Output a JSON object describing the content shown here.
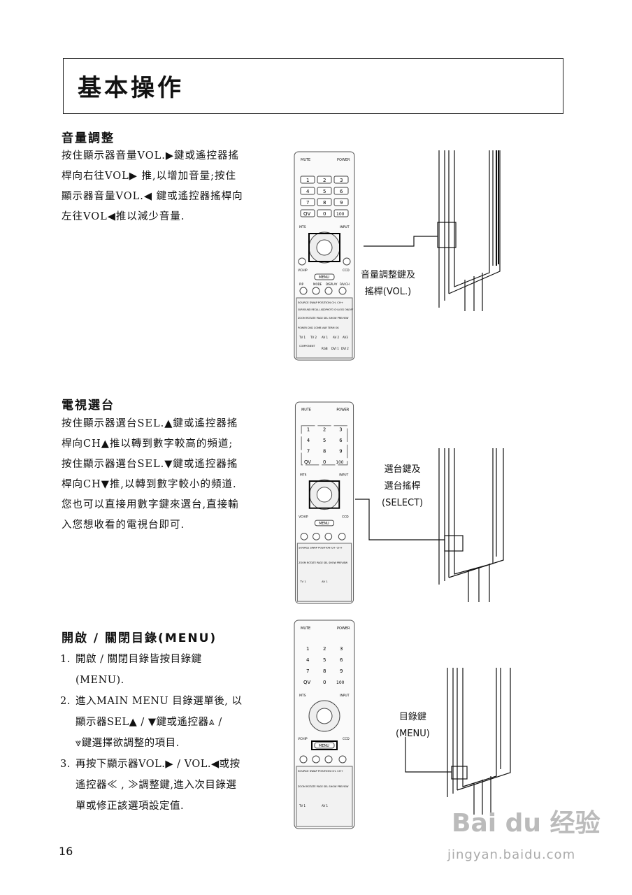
{
  "page_title": "基本操作",
  "sections": [
    {
      "title": "音量調整",
      "lines": [
        "按住顯示器音量VOL.▶鍵或遙控器搖",
        "桿向右往VOL▶ 推,以增加音量;按住",
        "顯示器音量VOL.◀ 鍵或遙控器搖桿向",
        "左往VOL◀推以減少音量."
      ],
      "callout": [
        "音量調整鍵及",
        "搖桿(VOL.)"
      ]
    },
    {
      "title": "電視選台",
      "lines": [
        "按住顯示器選台SEL.▲鍵或遙控器搖",
        "桿向CH▲推以轉到數字較高的頻道;",
        "按住顯示器選台SEL.▼鍵或遙控器搖",
        "桿向CH▼推,以轉到數字較小的頻道.",
        "您也可以直接用數字鍵來選台,直接輸",
        "入您想收看的電視台即可."
      ],
      "callout": [
        "選台鍵及",
        "選台搖桿",
        "(SELECT)"
      ]
    },
    {
      "title": "開啟 / 關閉目錄(MENU)",
      "items": [
        {
          "num": "1.",
          "lines": [
            "開啟 / 關閉目錄皆按目錄鍵",
            "(MENU)."
          ]
        },
        {
          "num": "2.",
          "lines": [
            "進入MAIN  MENU 目錄選單後, 以",
            "顯示器SEL▲ / ▼鍵或遙控器⩓ /",
            "⩔鍵選擇欲調整的項目."
          ]
        },
        {
          "num": "3.",
          "lines": [
            "再按下顯示器VOL.▶ / VOL.◀或按",
            "遙控器≪ , ≫調整鍵,進入次目錄選",
            "單或修正該選項設定值."
          ]
        }
      ],
      "callout": [
        "目錄鍵",
        "(MENU)"
      ]
    }
  ],
  "remote": {
    "mute": "MUTE",
    "power": "POWER",
    "digits": [
      "1",
      "2",
      "3",
      "4",
      "5",
      "6",
      "7",
      "8",
      "9"
    ],
    "qv": "QV",
    "zero": "0",
    "hundred": "100",
    "mts": "MTS",
    "input": "INPUT",
    "vchip": "VCHIP",
    "ccd": "CCD",
    "menu": "MENU",
    "row_labels": [
      "PIP",
      "MODE",
      "DISPLAY",
      "FAV.CH"
    ],
    "source": "SOURCE  SWAP  POSITION  CH-  CH+",
    "func_rows": [
      "SURROUND RECALL ADDPHOTO CH.LOCK ON/OFF",
      "ZOOM  ROTATE PAGE SEL SHOW  PREVIEW",
      "POWER DVD  COMB  VAR  TERM  OK"
    ],
    "inputs": [
      "TV 1",
      "TV 2",
      "AV 1",
      "AV 2",
      "AV3",
      "COMPONENT",
      "RGB",
      "DVI 1",
      "DVI 2"
    ]
  },
  "page_number": "16",
  "watermark": "Bai du 经验",
  "watermark_url": "jingyan.baidu.com"
}
